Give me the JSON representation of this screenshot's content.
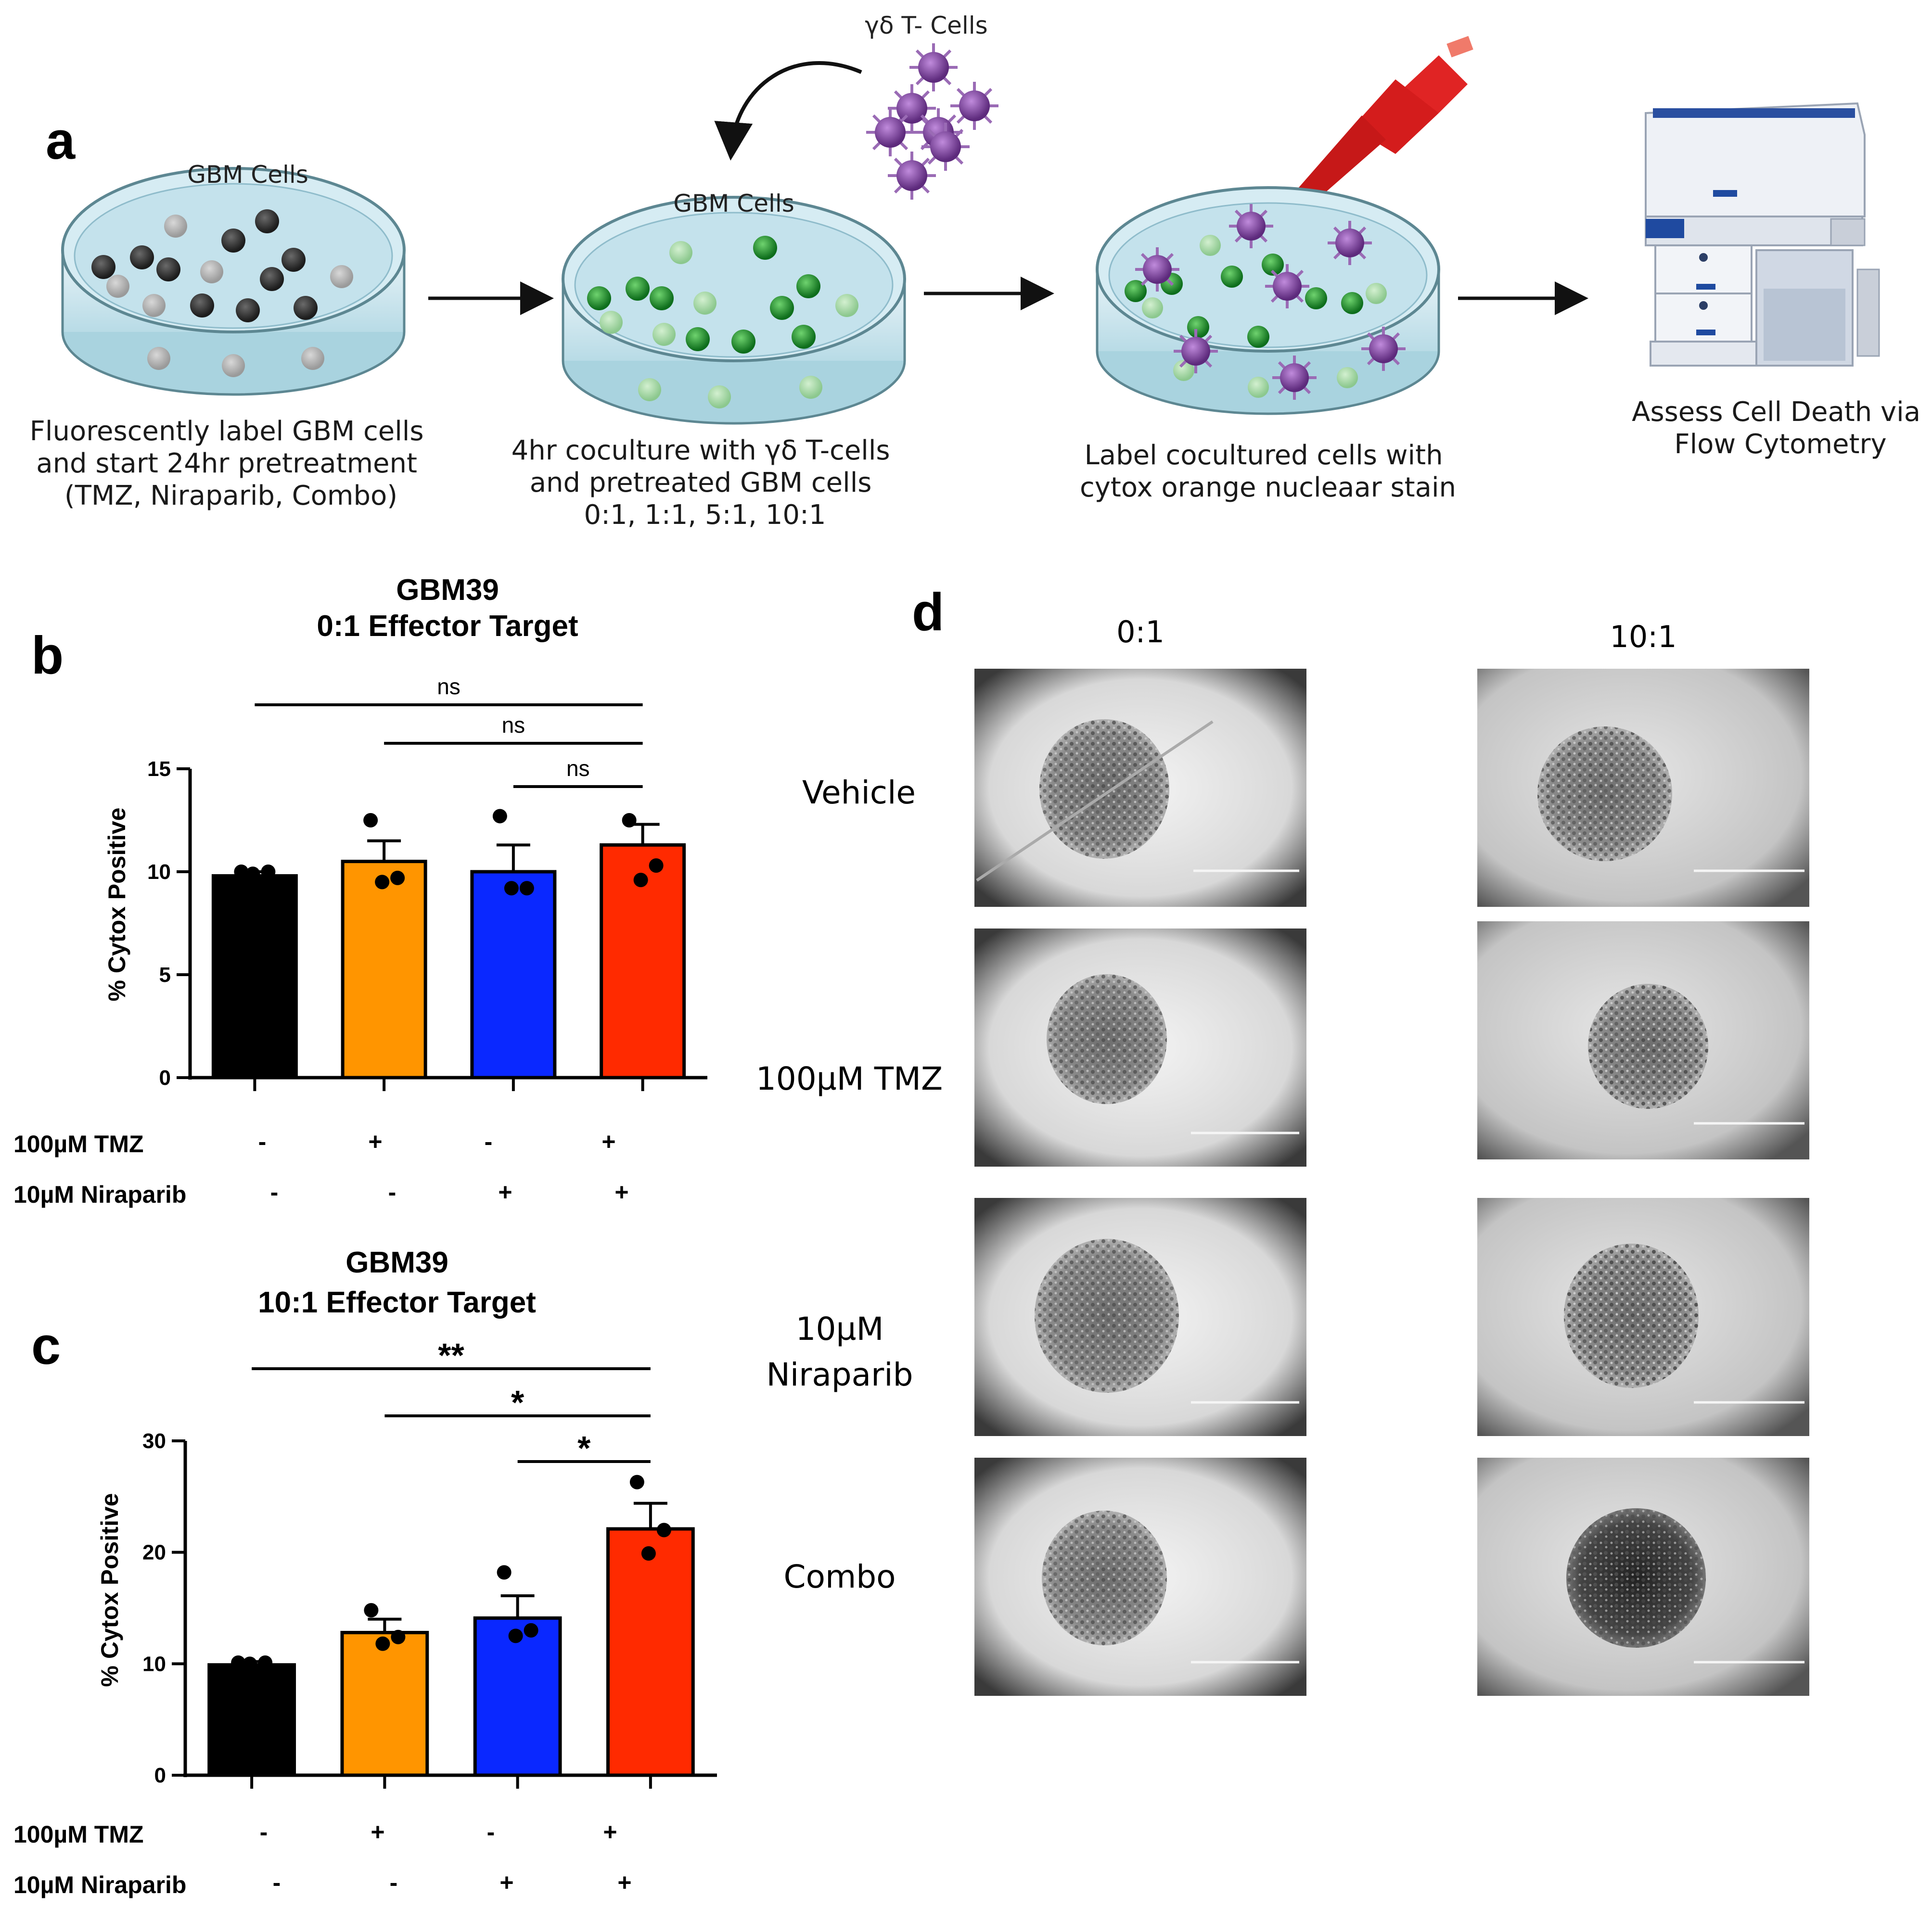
{
  "panel_a": {
    "letter": "a",
    "gamma_delta_label": "γδ T- Cells",
    "dish1_label": "GBM Cells",
    "dish2_label": "GBM Cells",
    "step1": [
      "Fluorescently  label GBM cells",
      "and start 24hr pretreatment",
      "(TMZ, Niraparib, Combo)"
    ],
    "step2": [
      "4hr coculture with γδ T-cells",
      "and pretreated  GBM cells",
      "0:1, 1:1, 5:1, 10:1"
    ],
    "step3": [
      "Label cocultured cells with",
      "cytox orange nucleaar stain"
    ],
    "step4": [
      "Assess Cell Death via",
      "Flow Cytometry"
    ],
    "colors": {
      "dish": "#cfe6ee",
      "dark_cell": "#2a2a2a",
      "grey_cell": "#a8a8a8",
      "green_cell": "#1e8a2e",
      "light_green_cell": "#8ccf90",
      "t_cell": "#7a3f9a",
      "pipette": "#e02424",
      "arrow": "#111111"
    },
    "icons": [
      "petri-dish-icon",
      "t-cell-icon",
      "pipette-icon",
      "flow-cytometer-icon",
      "arrow-icon"
    ]
  },
  "panel_b": {
    "letter": "b",
    "title_line1": "GBM39",
    "title_line2": "0:1 Effector Target",
    "ylabel": "% Cytox Positive",
    "significance": [
      "ns",
      "ns",
      "ns"
    ]
  },
  "panel_c": {
    "letter": "c",
    "title_line1": "GBM39",
    "title_line2": "10:1 Effector Target",
    "ylabel": "% Cytox Positive",
    "significance": [
      "**",
      "*",
      "*"
    ]
  },
  "treatments": {
    "tmz_label": "100µM TMZ",
    "niraparib_label": "10µM Niraparib",
    "tmz_signs": [
      "-",
      "+",
      "-",
      "+"
    ],
    "niraparib_signs": [
      "-",
      "-",
      "+",
      "+"
    ]
  },
  "chart_data": [
    {
      "type": "bar",
      "title": "GBM39 0:1 Effector Target",
      "ylabel": "% Cytox Positive",
      "categories": [
        "Vehicle",
        "100µM TMZ",
        "10µM Niraparib",
        "Combo"
      ],
      "values": [
        9.8,
        10.5,
        10.0,
        11.3
      ],
      "errors": [
        0.2,
        1.0,
        1.3,
        1.0
      ],
      "points": [
        [
          10.0,
          10.0,
          9.9
        ],
        [
          12.5,
          9.7,
          9.5
        ],
        [
          12.7,
          9.2,
          9.2
        ],
        [
          12.5,
          10.3,
          9.6
        ]
      ],
      "colors": [
        "#000000",
        "#ff9500",
        "#0a28ff",
        "#ff2a00"
      ],
      "ylim": [
        0,
        15
      ],
      "yticks": [
        0,
        5,
        10,
        15
      ],
      "comparisons": [
        {
          "from": 0,
          "to": 3,
          "label": "ns"
        },
        {
          "from": 1,
          "to": 3,
          "label": "ns"
        },
        {
          "from": 2,
          "to": 3,
          "label": "ns"
        }
      ]
    },
    {
      "type": "bar",
      "title": "GBM39 10:1 Effector Target",
      "ylabel": "% Cytox Positive",
      "categories": [
        "Vehicle",
        "100µM TMZ",
        "10µM Niraparib",
        "Combo"
      ],
      "values": [
        9.9,
        12.8,
        14.1,
        22.1
      ],
      "errors": [
        0.3,
        1.2,
        2.0,
        2.3
      ],
      "points": [
        [
          10.1,
          10.1,
          10.0
        ],
        [
          14.8,
          12.4,
          11.8
        ],
        [
          18.2,
          13.0,
          12.5
        ],
        [
          26.3,
          22.0,
          19.9
        ]
      ],
      "colors": [
        "#000000",
        "#ff9500",
        "#0a28ff",
        "#ff2a00"
      ],
      "ylim": [
        0,
        30
      ],
      "yticks": [
        0,
        10,
        20,
        30
      ],
      "comparisons": [
        {
          "from": 0,
          "to": 3,
          "label": "**"
        },
        {
          "from": 1,
          "to": 3,
          "label": "*"
        },
        {
          "from": 2,
          "to": 3,
          "label": "*"
        }
      ]
    }
  ],
  "panel_d": {
    "letter": "d",
    "columns": [
      "0:1",
      "10:1"
    ],
    "rows": [
      "Vehicle",
      "100µM TMZ",
      "10µM",
      "Niraparib",
      "Combo"
    ]
  }
}
